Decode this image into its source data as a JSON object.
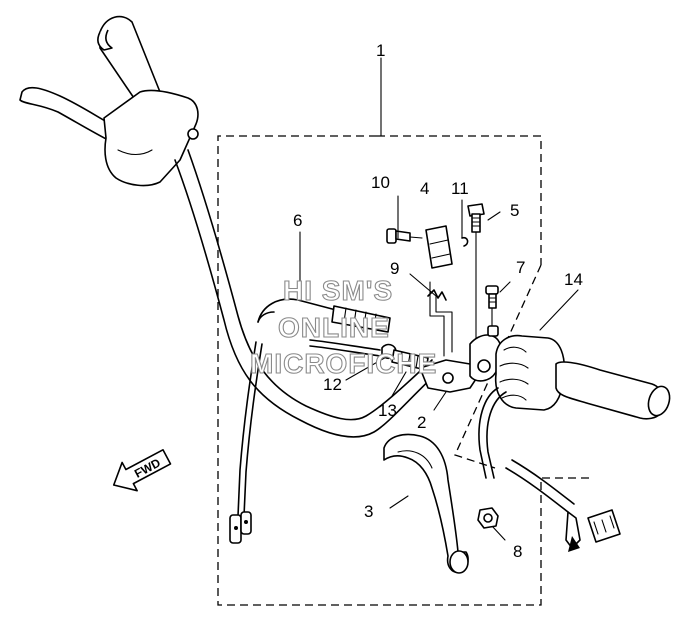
{
  "callouts": {
    "c1": "1",
    "c2": "2",
    "c3": "3",
    "c4": "4",
    "c5": "5",
    "c6": "6",
    "c7": "7",
    "c8": "8",
    "c9": "9",
    "c10": "10",
    "c11": "11",
    "c12": "12",
    "c13": "13",
    "c14": "14"
  },
  "direction_arrow": {
    "label": "FWD"
  },
  "watermark": {
    "line1": "HI SM'S",
    "line2": "ONLINE",
    "line3": "MICROFICHE"
  }
}
